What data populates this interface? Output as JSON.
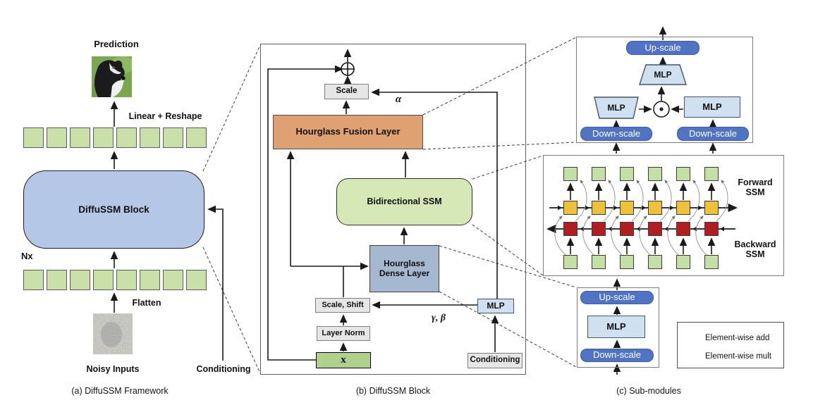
{
  "panel_a": {
    "caption": "(a) DiffuSSM Framework",
    "prediction_label": "Prediction",
    "linear_reshape_label": "Linear + Reshape",
    "block_label": "DiffuSSM Block",
    "nx_label": "Nx",
    "flatten_label": "Flatten",
    "noisy_inputs_label": "Noisy Inputs",
    "conditioning_label": "Conditioning",
    "tokens_per_row": 8
  },
  "panel_b": {
    "caption": "(b) DiffuSSM Block",
    "scale_label": "Scale",
    "alpha_label": "α",
    "hourglass_fusion_label": "Hourglass Fusion Layer",
    "bidirectional_ssm_label": "Bidirectional SSM",
    "hourglass_dense_label": "Hourglass Dense Layer",
    "scale_shift_label": "Scale, Shift",
    "layer_norm_label": "Layer Norm",
    "x_label": "x",
    "mlp_label": "MLP",
    "gamma_beta_label": "γ, β",
    "conditioning_label": "Conditioning"
  },
  "panel_c": {
    "caption": "(c) Sub-modules",
    "up_scale_label": "Up-scale",
    "down_scale_label": "Down-scale",
    "mlp_label": "MLP",
    "forward_ssm_label": "Forward SSM",
    "backward_ssm_label": "Backward SSM",
    "ssm_columns": 6
  },
  "legend": {
    "add_label": "Element-wise add",
    "mult_label": "Element-wise mult",
    "add_icon": "circle-plus",
    "mult_icon": "circle-dot"
  },
  "colors": {
    "token_green": "#c9e0a8",
    "block_blue": "#b4c7e7",
    "fusion_orange": "#e0a172",
    "ssm_green": "#d6e8b5",
    "dense_blue": "#a6b7d0",
    "box_gray": "#e7e6e6",
    "x_green": "#aed18e",
    "mlp_light_blue": "#cfe0f1",
    "scale_dark_blue": "#5173c3",
    "forward_yellow": "#eec13a",
    "backward_red": "#b11d20"
  }
}
